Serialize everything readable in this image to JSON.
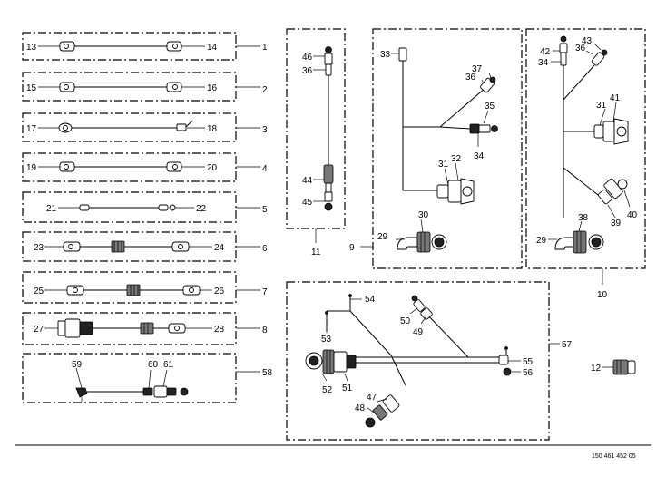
{
  "doc_number": "150 461 452 05",
  "groups": {
    "cable_1": {
      "ref": "1",
      "ends": [
        "13",
        "14"
      ]
    },
    "cable_2": {
      "ref": "2",
      "ends": [
        "15",
        "16"
      ]
    },
    "cable_3": {
      "ref": "3",
      "ends": [
        "17",
        "18"
      ]
    },
    "cable_4": {
      "ref": "4",
      "ends": [
        "19",
        "20"
      ]
    },
    "cable_5": {
      "ref": "5",
      "ends": [
        "21",
        "22"
      ]
    },
    "cable_6": {
      "ref": "6",
      "ends": [
        "23",
        "24"
      ]
    },
    "cable_7": {
      "ref": "7",
      "ends": [
        "25",
        "26"
      ]
    },
    "cable_8": {
      "ref": "8",
      "ends": [
        "27",
        "28"
      ]
    },
    "cable_58": {
      "ref": "58",
      "parts": [
        "59",
        "60",
        "61"
      ]
    },
    "harness_11": {
      "ref": "11",
      "parts": [
        "46",
        "36",
        "44",
        "45"
      ]
    },
    "harness_9": {
      "ref": "9",
      "parts": [
        "33",
        "37",
        "36",
        "35",
        "34",
        "31",
        "32",
        "29",
        "30"
      ]
    },
    "harness_10": {
      "ref": "10",
      "parts": [
        "42",
        "43",
        "36",
        "34",
        "41",
        "31",
        "38",
        "29",
        "39",
        "40"
      ]
    },
    "harness_57": {
      "ref": "57",
      "parts": [
        "54",
        "50",
        "49",
        "53",
        "55",
        "56",
        "52",
        "51",
        "47",
        "48"
      ]
    },
    "loose_12": {
      "ref": "12"
    }
  }
}
